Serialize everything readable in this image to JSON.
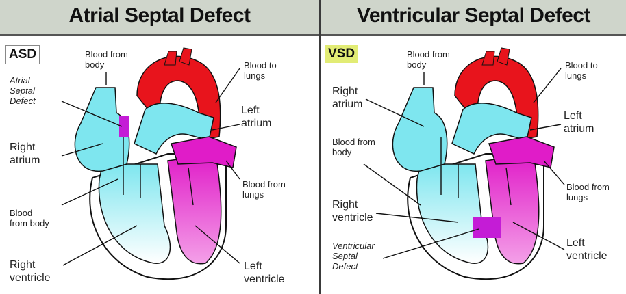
{
  "left": {
    "title": "Atrial Septal Defect",
    "tag": "ASD",
    "labels": {
      "blood_from_body_top": "Blood from\nbody",
      "atrial_septal_defect": "Atrial\nSeptal\nDefect",
      "right_atrium": "Right\natrium",
      "blood_from_body_bottom": "Blood\nfrom body",
      "right_ventricle": "Right\nventricle",
      "blood_to_lungs": "Blood to\nlungs",
      "left_atrium": "Left\natrium",
      "blood_from_lungs": "Blood from\nlungs",
      "left_ventricle": "Left\nventricle"
    }
  },
  "right": {
    "title": "Ventricular Septal Defect",
    "tag": "VSD",
    "labels": {
      "blood_from_body_top": "Blood from\nbody",
      "right_atrium": "Right\natrium",
      "blood_from_body_mid": "Blood from\nbody",
      "right_ventricle": "Right\nventricle",
      "ventricular_septal_defect": "Ventricular\nSeptal\nDefect",
      "blood_to_lungs": "Blood to\nlungs",
      "left_atrium": "Left\natrium",
      "blood_from_lungs": "Blood from\nlungs",
      "left_ventricle": "Left\nventricle"
    }
  },
  "colors": {
    "title_bar": "#cfd5cb",
    "vsd_tag": "#e2ec75",
    "oxygen_poor": "#7ee6ef",
    "oxygen_rich": "#e8141c",
    "mixed": "#e01cc8"
  }
}
